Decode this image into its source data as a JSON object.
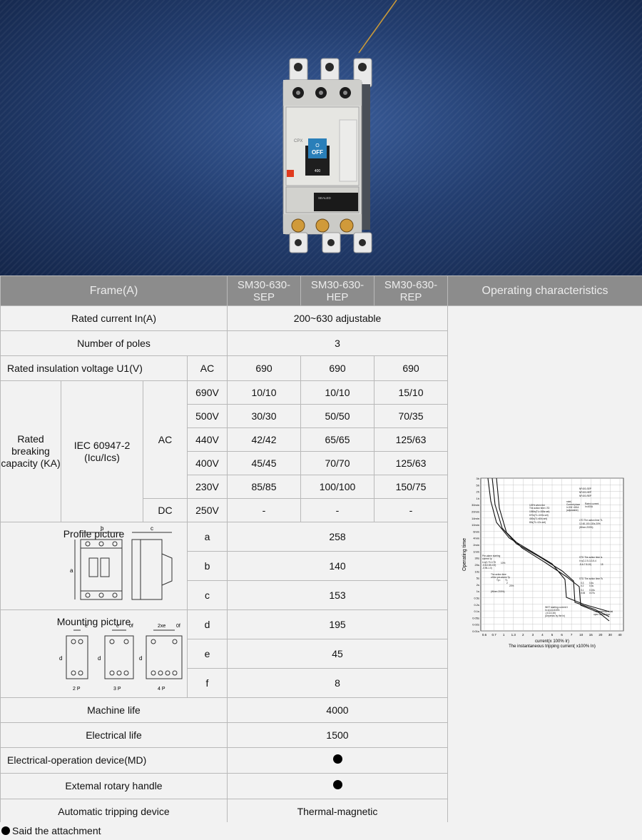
{
  "breaker": {
    "brand": "CPX",
    "switch_symbol": "O",
    "switch_state": "OFF",
    "rating_label": "400",
    "nameplate": "SEALED"
  },
  "header": {
    "frame": "Frame(A)",
    "models": [
      "SM30-630-SEP",
      "SM30-630-HEP",
      "SM30-630-REP"
    ],
    "operating": "Operating characteristics"
  },
  "rows": {
    "rated_current": {
      "label": "Rated current In(A)",
      "value": "200~630 adjustable"
    },
    "poles": {
      "label": "Number of poles",
      "value": "3"
    },
    "insulation": {
      "label": "Rated insulation voltage U1(V)",
      "type": "AC",
      "values": [
        "690",
        "690",
        "690"
      ]
    },
    "breaking": {
      "label": "Rated breaking capacity (KA)",
      "standard": "IEC 60947-2 (Icu/Ics)",
      "ac_label": "AC",
      "dc_label": "DC",
      "ac_rows": [
        {
          "voltage": "690V",
          "values": [
            "10/10",
            "10/10",
            "15/10"
          ]
        },
        {
          "voltage": "500V",
          "values": [
            "30/30",
            "50/50",
            "70/35"
          ]
        },
        {
          "voltage": "440V",
          "values": [
            "42/42",
            "65/65",
            "125/63"
          ]
        },
        {
          "voltage": "400V",
          "values": [
            "45/45",
            "70/70",
            "125/63"
          ]
        },
        {
          "voltage": "230V",
          "values": [
            "85/85",
            "100/100",
            "150/75"
          ]
        }
      ],
      "dc_row": {
        "voltage": "250V",
        "values": [
          "-",
          "-",
          "-"
        ]
      }
    },
    "profile": {
      "label": "Profile picture",
      "drawing_letters": [
        "b",
        "c",
        "a"
      ],
      "dims": [
        {
          "key": "a",
          "value": "258"
        },
        {
          "key": "b",
          "value": "140"
        },
        {
          "key": "c",
          "value": "153"
        }
      ]
    },
    "mounting": {
      "label": "Mounting picture",
      "drawing_letters": [
        "e",
        "e",
        "2xe",
        "0f",
        "0f",
        "d",
        "d",
        "d"
      ],
      "pole_labels": [
        "2 P",
        "3 P",
        "4 P"
      ],
      "dims": [
        {
          "key": "d",
          "value": "195"
        },
        {
          "key": "e",
          "value": "45"
        },
        {
          "key": "f",
          "value": "8"
        }
      ]
    },
    "machine_life": {
      "label": "Machine life",
      "value": "4000"
    },
    "electrical_life": {
      "label": "Electrical life",
      "value": "1500"
    },
    "md": {
      "label": "Electrical-operation device(MD)"
    },
    "rotary": {
      "label": "Extemal rotary handle"
    },
    "tripping": {
      "label": "Automatic tripping device",
      "value": "Thermal-magnetic"
    }
  },
  "curve": {
    "ylabel": "Operating time",
    "xlabel": "current(x 100% Ir)",
    "xlabel2": "The instantaneous tripping current( x100% In)",
    "yticks": [
      "3h",
      "5h",
      "2h",
      "1h",
      "30min",
      "20min",
      "14min",
      "10min",
      "6min",
      "4min",
      "2min",
      "1min",
      "30s",
      "20s",
      "10s",
      "5s",
      "2s",
      "1s",
      "0.5s",
      "0.2s",
      "0.1s",
      "0.05s",
      "0.02s",
      "0.01s"
    ],
    "xticks": [
      "0.6",
      "0.7",
      "1",
      "1.3",
      "2",
      "3",
      "4",
      "5",
      "6",
      "7",
      "10",
      "15",
      "20",
      "30",
      "40"
    ],
    "annotations": [
      "NF400-SEP",
      "NF400-HEP",
      "NF400-REP",
      "note)",
      "Current place",
      "Ir:200~400A",
      "(adjustable)",
      "Rated current",
      "In:400A",
      "LTD The action time TL",
      "12-60-100-130s  20%",
      "(When 200%)",
      "125% when the",
      "The action time LTD",
      "1050s(TL=150s set)",
      "670s(TL=100s set)",
      "400s(TL=60s set)",
      "80s(TL=12s set)",
      "Pre-alarm starting",
      "current Ip",
      "Ir x(0.70-0.75",
      "-0.8-0.85-0.9)",
      "-0.95-1.0)",
      "10%",
      "The action time",
      "of the pre-alarm Tp",
      "Tp=",
      "TL",
      "2",
      "20%",
      "(When 200%)",
      "STD The action time Is",
      "Ir x(2-2.5-3-3.5-4",
      "-5-6-7-8-10)",
      "15",
      "STD The action time Ts",
      "0.3",
      "0.2",
      "0.1",
      "0.06",
      "0.4s",
      "0.3s",
      "0.15s",
      "0.07s",
      "INST starting current Ii",
      "In x(4-6-8",
      "-10-12-16)",
      "15%",
      "(Depends by the In)",
      "The maximum total",
      "open circuit time"
    ]
  },
  "footer": {
    "note": "Said the attachment"
  }
}
